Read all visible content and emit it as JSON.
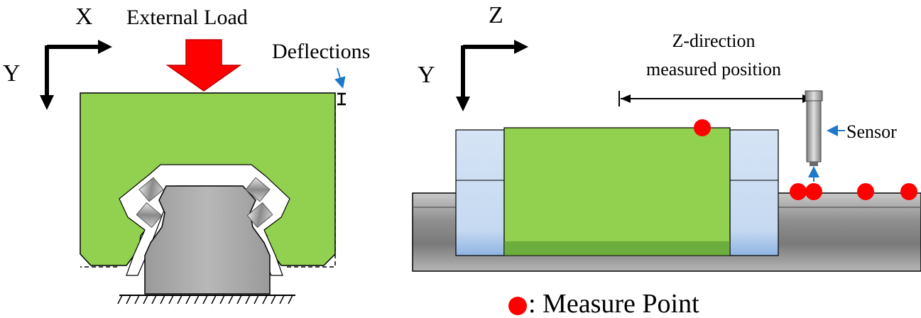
{
  "left": {
    "axis_x_label": "X",
    "axis_y_label": "Y",
    "load_label": "External Load",
    "deflection_label": "Deflections"
  },
  "right": {
    "axis_z_label": "Z",
    "axis_y_label": "Y",
    "dim_label_line1": "Z-direction",
    "dim_label_line2": "measured position",
    "sensor_label": "Sensor"
  },
  "legend": {
    "label": ": Measure Point"
  },
  "colors": {
    "block_green": "#92d050",
    "rail_gray": "#a6a6a6",
    "end_cap_blue": "#c5d9f1",
    "load_arrow_red": "#ff0000",
    "measure_point_red": "#ff0000",
    "annotation_blue": "#1f78c8"
  }
}
